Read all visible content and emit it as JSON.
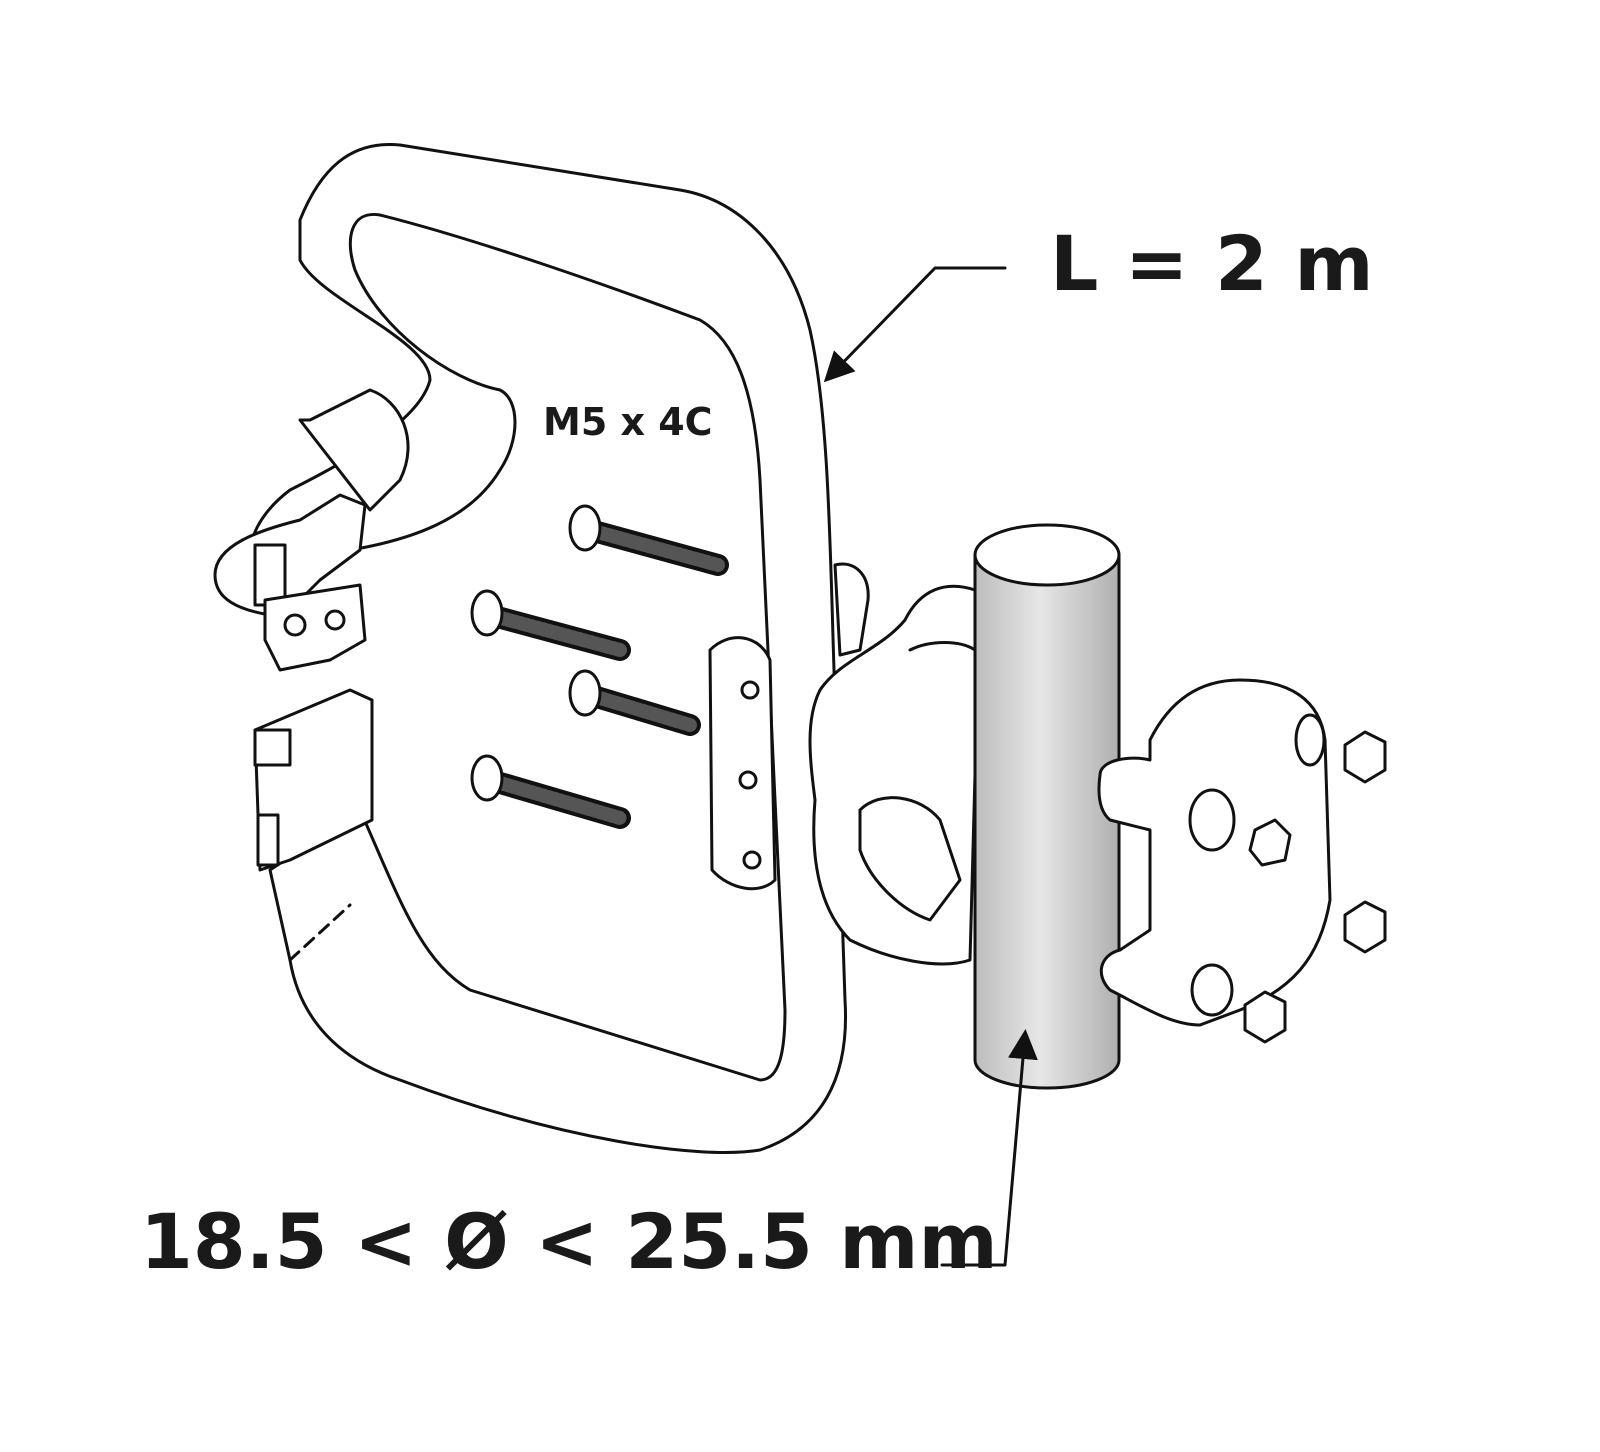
{
  "diagram": {
    "length_label": "L = 2 m",
    "bolt_label": "M5 x 4C",
    "diameter_label": "18.5 < Ø < 25.5 mm"
  },
  "colors": {
    "line": "#111111",
    "pipe_fill": "#d4d4d4",
    "bolt_thread": "#555555"
  }
}
